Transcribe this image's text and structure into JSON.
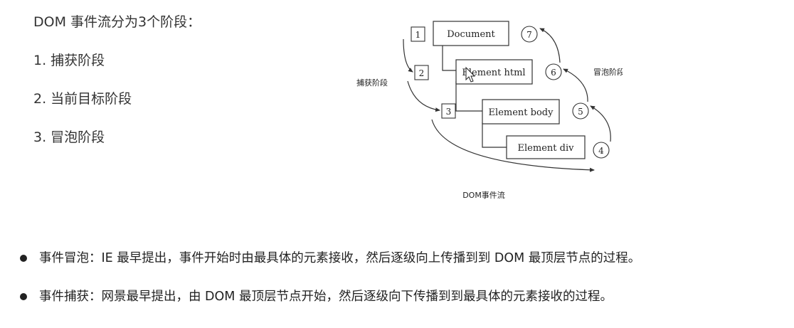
{
  "heading": "DOM 事件流分为3个阶段：",
  "phases": [
    "1. 捕获阶段",
    "2. 当前目标阶段",
    "3. 冒泡阶段"
  ],
  "diagram": {
    "nodes": [
      "Document",
      "Element html",
      "Element body",
      "Element div"
    ],
    "capture_steps": [
      "1",
      "2",
      "3"
    ],
    "bubble_steps": [
      "4",
      "5",
      "6",
      "7"
    ],
    "capture_label": "捕获阶段",
    "bubble_label": "冒泡阶段",
    "caption": "DOM事件流"
  },
  "bullets": [
    "事件冒泡：IE 最早提出，事件开始时由最具体的元素接收，然后逐级向上传播到到 DOM 最顶层节点的过程。",
    "事件捕获：网景最早提出，由 DOM 最顶层节点开始，然后逐级向下传播到到最具体的元素接收的过程。"
  ]
}
